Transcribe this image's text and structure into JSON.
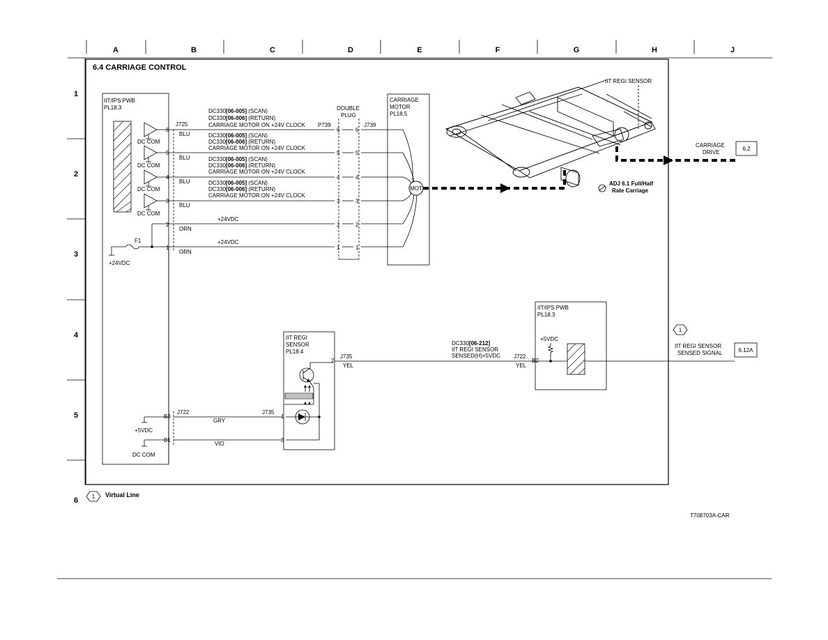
{
  "grid": {
    "columns": [
      "A",
      "B",
      "C",
      "D",
      "E",
      "F",
      "G",
      "H",
      "J"
    ],
    "rows": [
      "1",
      "2",
      "3",
      "4",
      "5",
      "6"
    ]
  },
  "title": "6.4 CARRIAGE CONTROL",
  "pwb_left": {
    "name": "IIT/IPS PWB",
    "pl": "PL18.3",
    "connector": "J725"
  },
  "drivers": [
    "DC COM",
    "DC COM",
    "DC COM",
    "DC COM"
  ],
  "motor_lines": [
    {
      "pin": "6",
      "color": "BLU",
      "l1": "DC330",
      "c1": "[06-005]",
      "t1": " (SCAN)",
      "l2": "DC330",
      "c2": "[06-006]",
      "t2": " (RETURN)",
      "l3": "CARRIAGE MOTOR ON +24V CLOCK"
    },
    {
      "pin": "5",
      "color": "BLU",
      "l1": "DC330",
      "c1": "[06-005]",
      "t1": " (SCAN)",
      "l2": "DC330",
      "c2": "[06-006]",
      "t2": " (RETURN)",
      "l3": "CARRIAGE MOTOR ON +24V CLOCK"
    },
    {
      "pin": "4",
      "color": "BLU",
      "l1": "DC330",
      "c1": "[06-005]",
      "t1": " (SCAN)",
      "l2": "DC330",
      "c2": "[06-006]",
      "t2": " (RETURN)",
      "l3": "CARRIAGE MOTOR ON +24V CLOCK"
    },
    {
      "pin": "3",
      "color": "BLU",
      "l1": "DC330",
      "c1": "[06-005]",
      "t1": " (SCAN)",
      "l2": "DC330",
      "c2": "[06-006]",
      "t2": " (RETURN)",
      "l3": "CARRIAGE MOTOR ON +24V CLOCK"
    }
  ],
  "power_lines": [
    {
      "pin": "2",
      "color": "ORN",
      "label": "+24VDC"
    },
    {
      "pin": "1",
      "color": "ORN",
      "label": "+24VDC"
    }
  ],
  "fuse": {
    "name": "F1",
    "supply": "+24VDC"
  },
  "plug": {
    "line1": "DOUBLE",
    "line2": "PLUG",
    "p_conn": "P739",
    "j_conn": "J739"
  },
  "motor": {
    "line1": "CARRIAGE",
    "line2": "MOTOR",
    "pl": "PL18.5",
    "symbol": "MOT"
  },
  "carriage": {
    "sensor_label": "IIT REGI SENSOR",
    "adj": "ADJ 6.1 Full/Half",
    "adj2": "Rate Carriage"
  },
  "carriage_drive": {
    "line1": "CARRIAGE",
    "line2": "DRIVE",
    "ref": "6.2"
  },
  "regi_sensor": {
    "line1": "IIT REGI",
    "line2": "SENSOR",
    "pl": "PL18.4",
    "conn": "J735",
    "pin_out": "2",
    "pin_in1": "1",
    "pin_in3": "3",
    "color": "YEL"
  },
  "sensor_signal": {
    "d1": "DC330",
    "d1c": "[06-212]",
    "d2": "IIT REGI SENSOR",
    "d3": "SENSED(H)+5VDC"
  },
  "pwb_right": {
    "name": "IIT/IPS PWB",
    "pl": "PL18.3",
    "supply": "+5VDC",
    "conn": "J722",
    "pin": "B2",
    "color": "YEL"
  },
  "virtual_out": {
    "num": "1",
    "line1": "IIT REGI SENSOR",
    "line2": "SENSED SIGNAL",
    "ref": "6.12A"
  },
  "lower_pwb": {
    "conn_left": "J722",
    "conn_right": "J735",
    "pin_b3": "B3",
    "pin_b1": "B1",
    "wire1": "GRY",
    "wire2": "VIO",
    "supply": "+5VDC",
    "ground": "DC COM"
  },
  "legend": {
    "num": "1",
    "label": "Virtual Line"
  },
  "doc_id": "T708703A-CAR"
}
